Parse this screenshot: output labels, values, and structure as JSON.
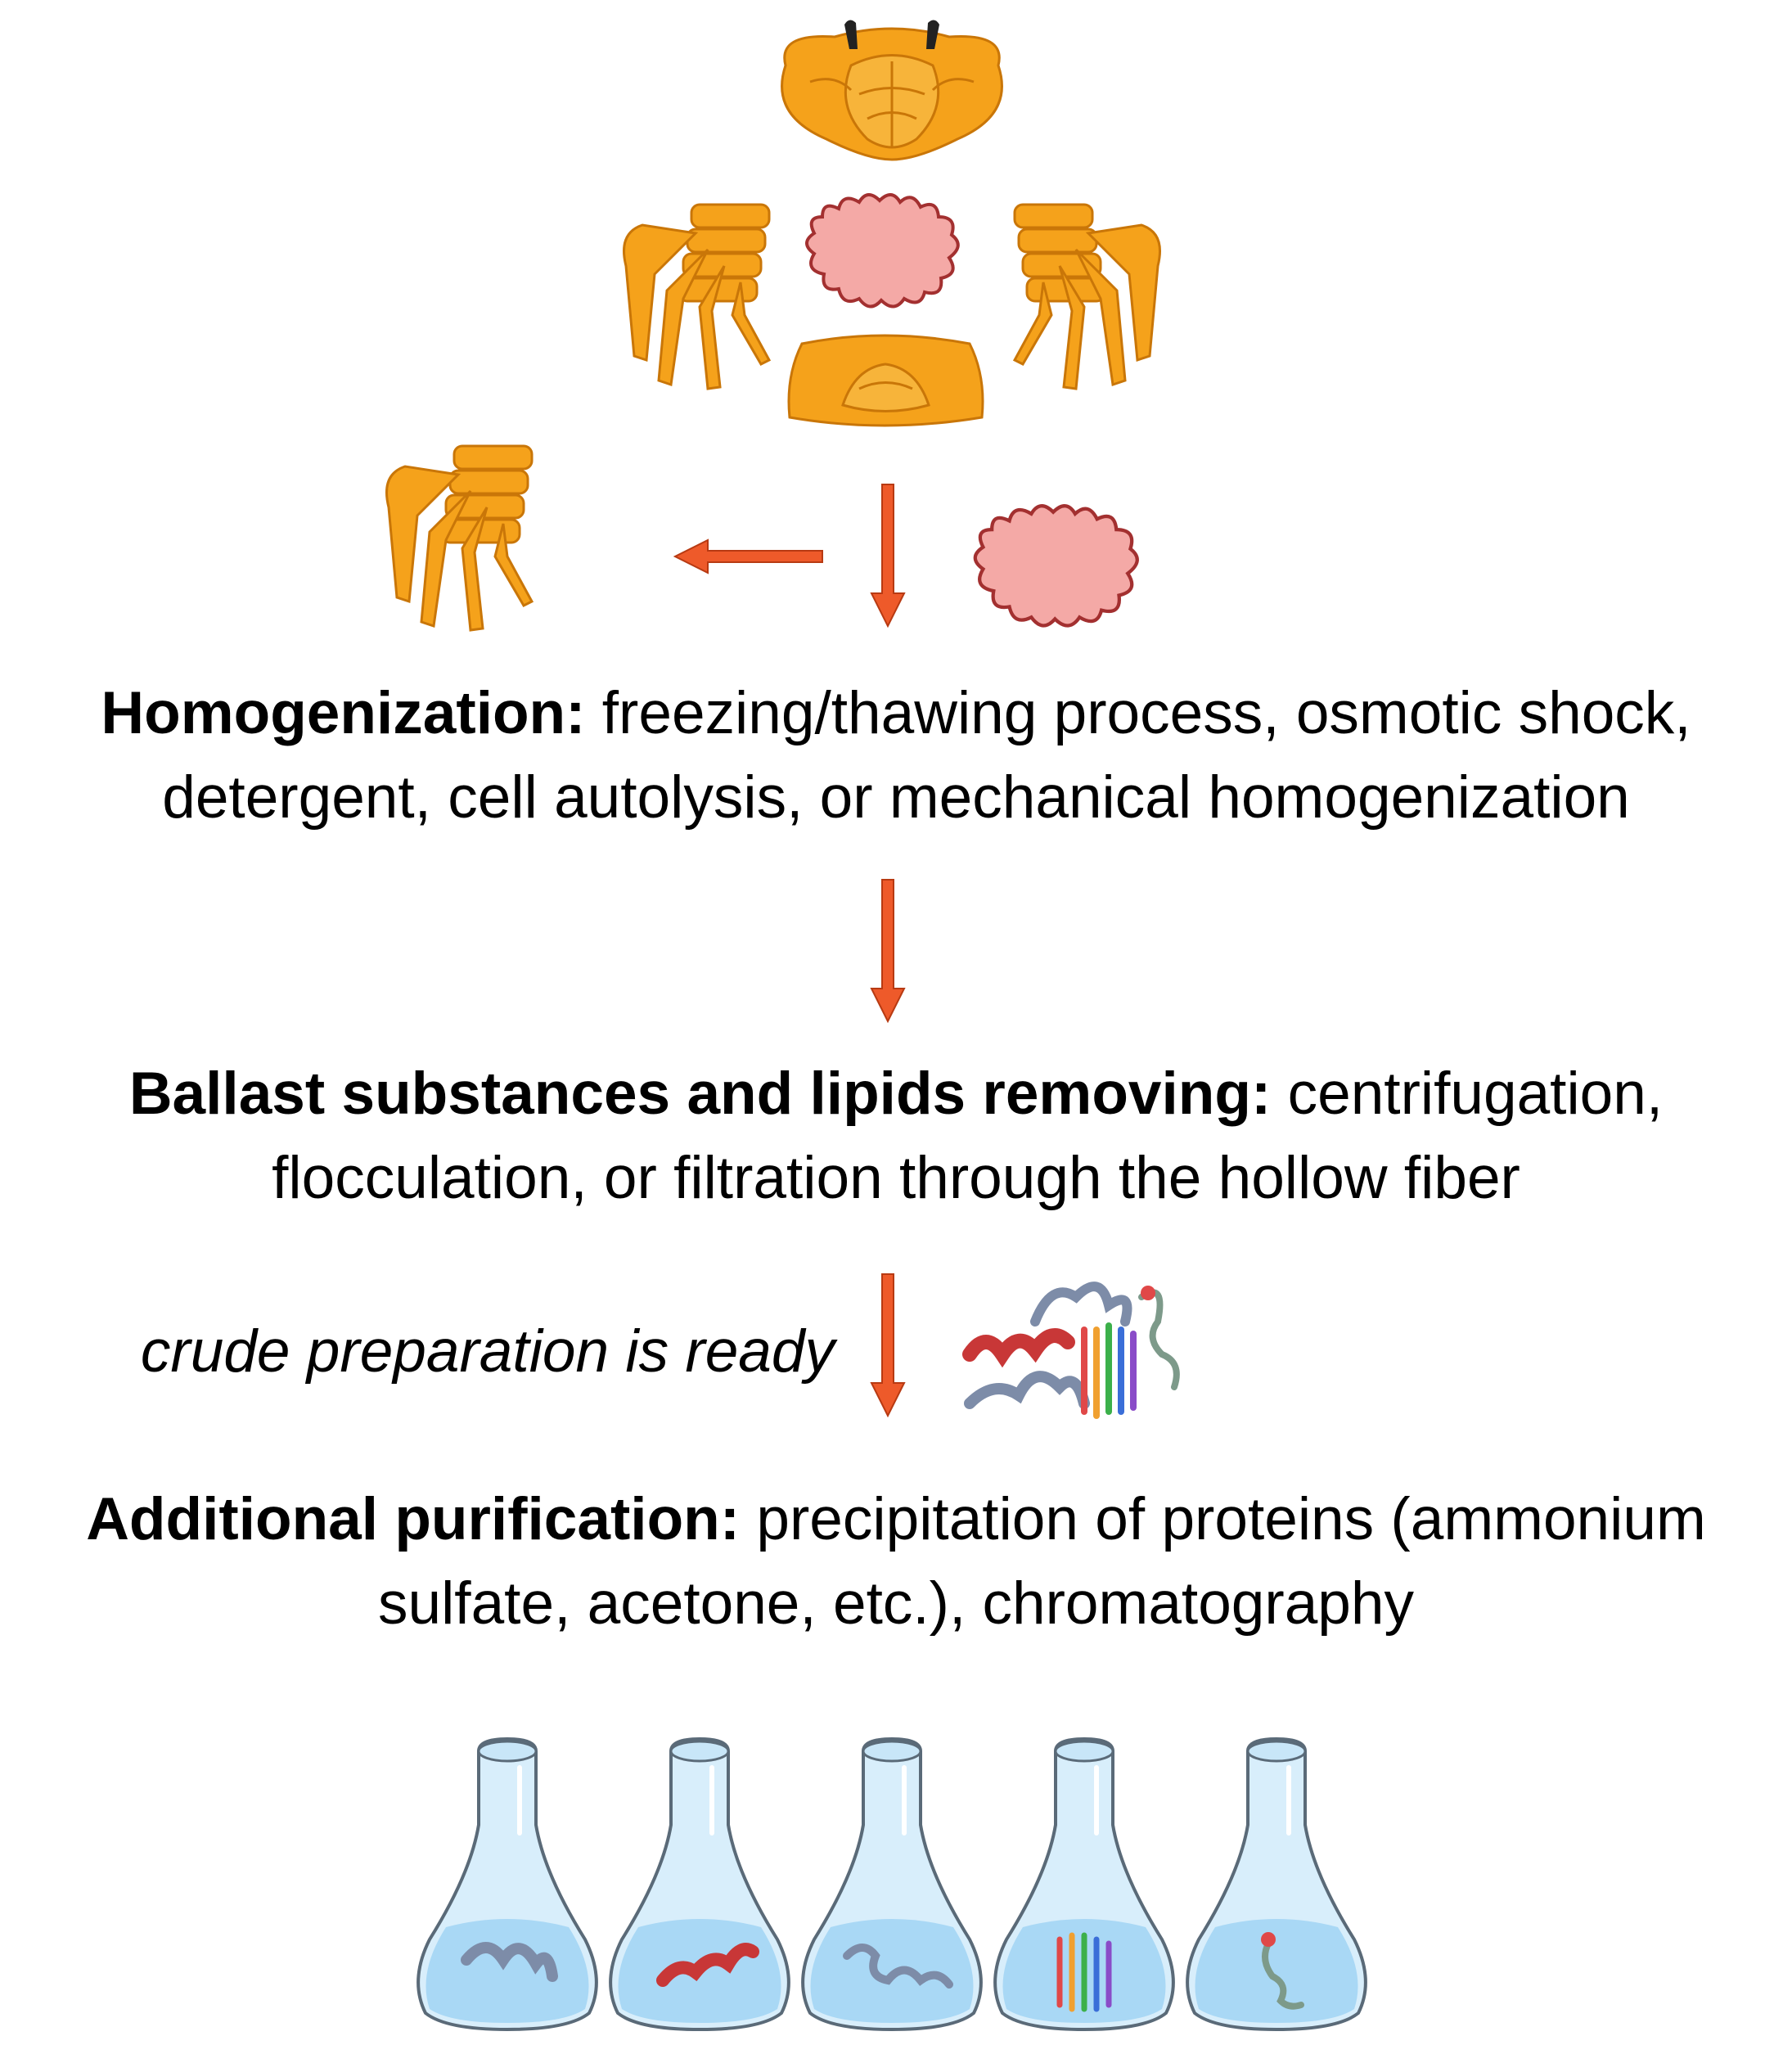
{
  "steps": [
    {
      "heading": "Homogenization:",
      "line1": "freezing/thawing process, osmotic shock,",
      "line2": "detergent, cell autolysis, or mechanical homogenization"
    },
    {
      "heading": "Ballast substances and lipids removing:",
      "line1": "centrifugation,",
      "line2": "flocculation, or filtration through the hollow fiber"
    },
    {
      "heading": "Additional purification:",
      "line1": "precipitation of proteins (ammonium",
      "line2": "sulfate, acetone, etc.), chromatography"
    }
  ],
  "crude_label": "crude preparation is ready",
  "colors": {
    "crab_shell": "#f5a21b",
    "crab_shell_dark": "#c97608",
    "hepatopancreas": "#f4a9a6",
    "hepatopancreas_outline": "#a33030",
    "arrow": "#ee5a2a",
    "flask_liquid": "#a9d8f5",
    "flask_glass": "#d8eefb",
    "protein_gray": "#7d8ca8",
    "protein_red": "#c83737"
  },
  "icons": [
    "crab-carapace-icon",
    "crab-legs-icon",
    "hepatopancreas-icon",
    "protein-structure-icon",
    "flask-icon"
  ]
}
